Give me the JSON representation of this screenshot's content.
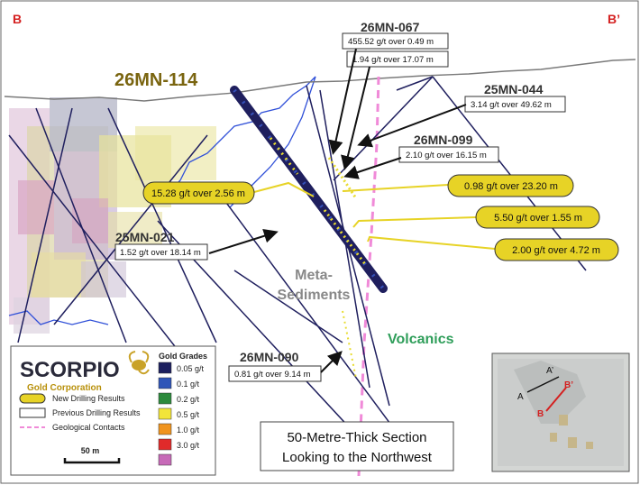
{
  "corners": {
    "left": "B",
    "right": "B’"
  },
  "holes": [
    {
      "name": "26MN-114",
      "size": "big"
    },
    {
      "name": "26MN-067"
    },
    {
      "name": "25MN-044"
    },
    {
      "name": "26MN-099"
    },
    {
      "name": "25MN-021"
    },
    {
      "name": "26MN-090"
    }
  ],
  "intercepts": {
    "mn067_a": "455.52 g/t over 0.49 m",
    "mn067_b": "1.94 g/t over 17.07 m",
    "mn044": "3.14 g/t over 49.62 m",
    "mn099": "2.10 g/t over 16.15 m",
    "mn021": "1.52 g/t over 18.14 m",
    "mn090": "0.81 g/t over 9.14 m"
  },
  "new_results": {
    "left": "15.28 g/t over 2.56 m",
    "r1": "0.98 g/t over 23.20 m",
    "r2": "5.50 g/t over 1.55 m",
    "r3": "2.00 g/t over 4.72 m"
  },
  "units": {
    "meta_line1": "Meta-",
    "meta_line2": "Sediments",
    "volcanics": "Volcanics"
  },
  "logo": {
    "word": "SCORPIO",
    "sub": "Gold Corporation"
  },
  "legend": {
    "items": [
      "New Drilling Results",
      "Previous Drilling Results",
      "Geological Contacts"
    ],
    "scale": "50 m",
    "grades_title": "Gold Grades",
    "grades": [
      {
        "label": "0.05 g/t",
        "color": "#1c1f5e"
      },
      {
        "label": "0.1 g/t",
        "color": "#2f55b8"
      },
      {
        "label": "0.2 g/t",
        "color": "#2c8a3c"
      },
      {
        "label": "0.5 g/t",
        "color": "#f2e53a"
      },
      {
        "label": "1.0 g/t",
        "color": "#f0941e"
      },
      {
        "label": "3.0 g/t",
        "color": "#e02a2a"
      },
      {
        "label": "",
        "color": "#c76ab8"
      }
    ]
  },
  "section_caption": {
    "line1": "50-Metre-Thick Section",
    "line2": "Looking to the Northwest"
  },
  "inset": {
    "a": "A",
    "a_prime": "A’",
    "b": "B",
    "b_prime": "B’"
  },
  "colors": {
    "pill": "#e7d326",
    "hole_dark": "#1f1f5e",
    "contact": "#f08ad8",
    "volcanics": "#2f9e5a",
    "meta": "#888888",
    "label_red": "#d42020"
  }
}
